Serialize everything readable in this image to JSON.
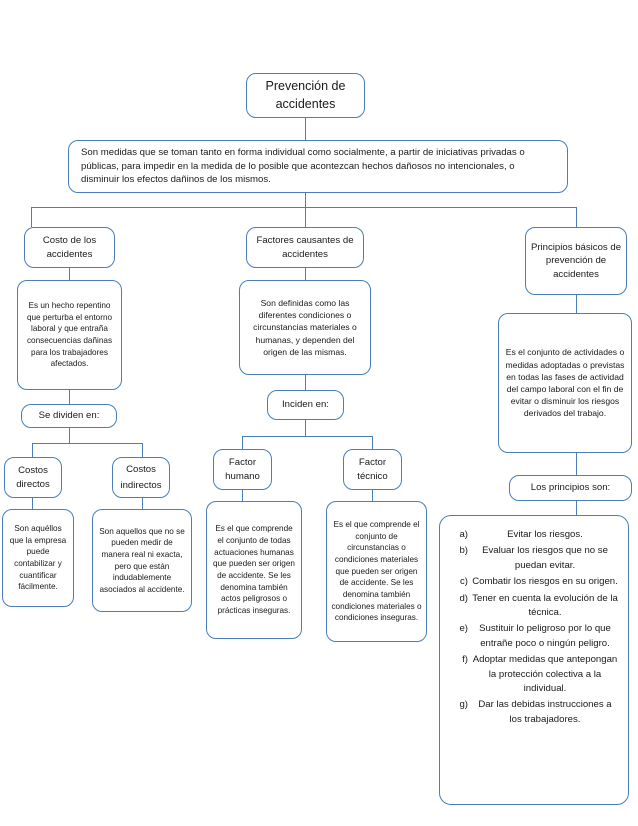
{
  "diagram": {
    "title": "Prevención de accidentes",
    "root": {
      "label": "Prevención de accidentes",
      "description": "Son medidas que se toman tanto en forma individual como socialmente, a partir de iniciativas privadas o públicas, para impedir en la medida de lo posible que acontezcan hechos dañosos no intencionales, o disminuir los efectos dañinos de los mismos."
    },
    "branches": {
      "left": {
        "header": "Costo de los accidentes",
        "description": "Es un hecho repentino que perturba el entorno laboral y que entraña consecuencias dañinas para los trabajadores afectados.",
        "connector": "Se dividen en:",
        "children": [
          {
            "label": "Costos directos",
            "description": "Son aquéllos que la empresa puede contabilizar y cuantificar fácilmente."
          },
          {
            "label": "Costos indirectos",
            "description": "Son aquellos que no se pueden medir de manera real ni exacta, pero que están indudablemente asociados al accidente."
          }
        ]
      },
      "center": {
        "header": "Factores causantes de accidentes",
        "description": "Son definidas como las diferentes condiciones o circunstancias materiales o humanas, y dependen del origen de las mismas.",
        "connector": "Inciden en:",
        "children": [
          {
            "label": "Factor humano",
            "description": "Es el que comprende el conjunto de todas actuaciones humanas que pueden ser origen de accidente. Se les denomina también actos peligrosos o prácticas inseguras."
          },
          {
            "label": "Factor técnico",
            "description": "Es el que comprende el conjunto de circunstancias o condiciones materiales que pueden ser origen de accidente. Se les denomina también condiciones materiales o condiciones inseguras."
          }
        ]
      },
      "right": {
        "header": "Principios básicos de prevención de accidentes",
        "description": "Es el conjunto de actividades o medidas adoptadas o previstas en todas las fases de actividad del campo laboral con el fin de evitar o disminuir los riesgos derivados del trabajo.",
        "connector": "Los principios son:",
        "principles": [
          {
            "marker": "a)",
            "text": "Evitar los riesgos."
          },
          {
            "marker": "b)",
            "text": "Evaluar los riesgos que no se puedan evitar."
          },
          {
            "marker": "c)",
            "text": "Combatir los riesgos en su origen."
          },
          {
            "marker": "d)",
            "text": "Tener en cuenta la evolución de la técnica."
          },
          {
            "marker": "e)",
            "text": "Sustituir lo peligroso por lo que entrañe poco o ningún peligro."
          },
          {
            "marker": "f)",
            "text": "Adoptar medidas que antepongan la protección colectiva a la individual."
          },
          {
            "marker": "g)",
            "text": "Dar las debidas instrucciones a los trabajadores."
          }
        ]
      }
    },
    "colors": {
      "border": "#4a7ebb",
      "background": "#ffffff",
      "text": "#1a1a1a"
    }
  }
}
